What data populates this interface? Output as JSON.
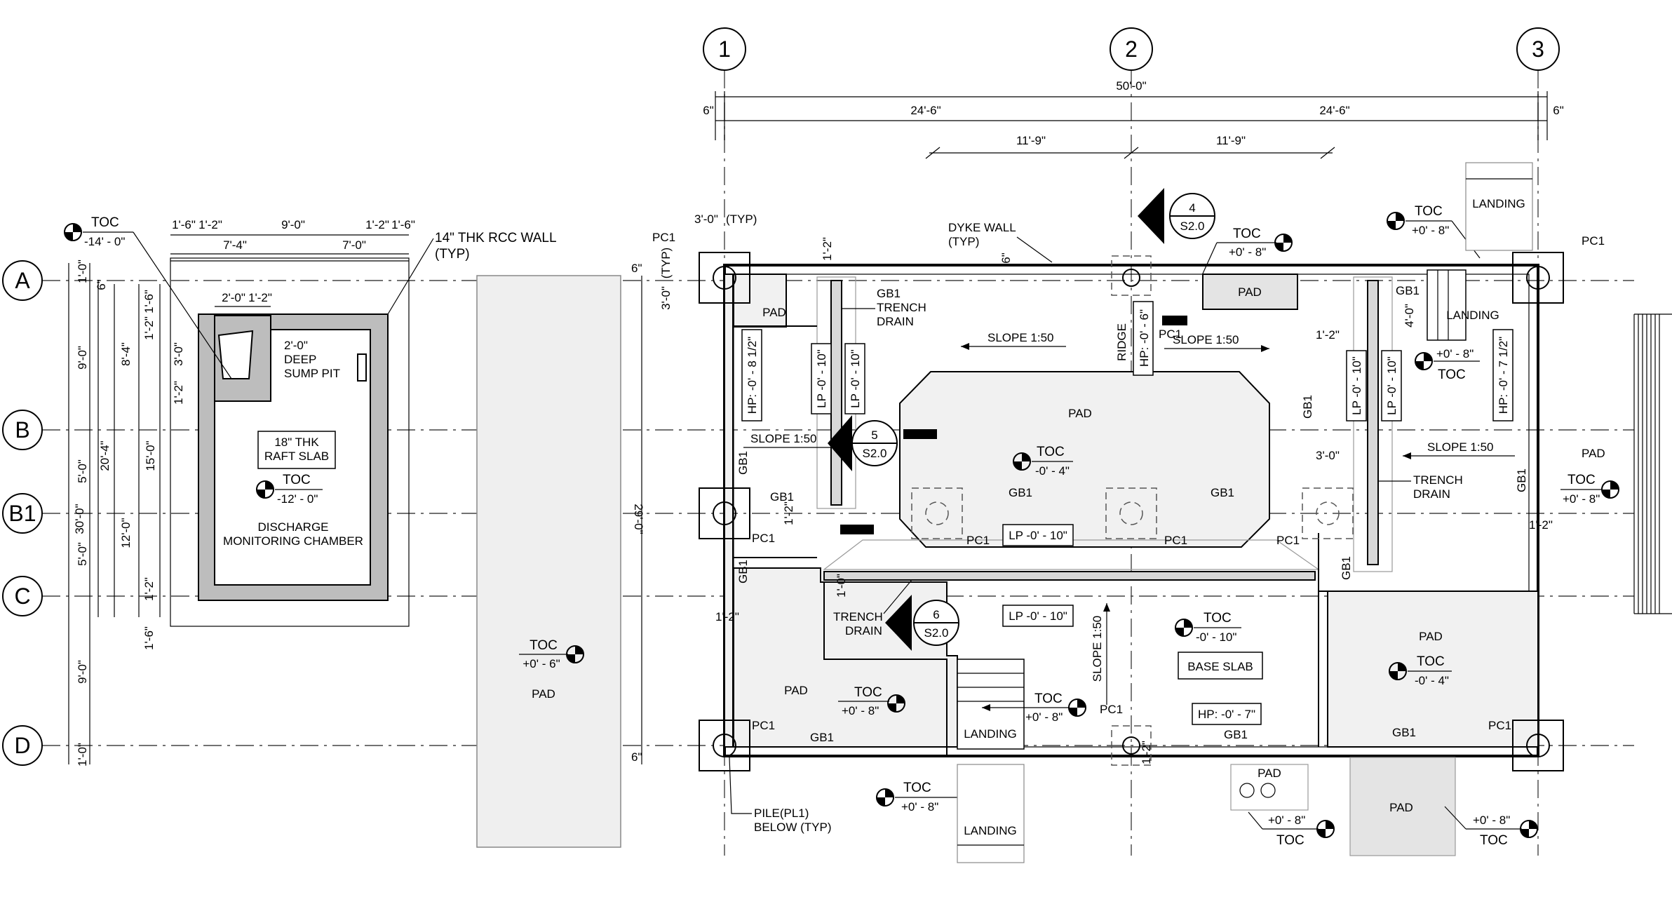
{
  "grid": {
    "columns": [
      "1",
      "2",
      "3"
    ],
    "rows": [
      "A",
      "B",
      "B1",
      "C",
      "D"
    ]
  },
  "dimensions": {
    "overall_top": "50'-0\"",
    "bay_left": "24'-6\"",
    "bay_right": "24'-6\"",
    "half_left": "11'-9\"",
    "half_right": "11'-9\"",
    "edge_six_left": "6\"",
    "edge_six_right": "6\"",
    "pc1_width": "3'-0\"",
    "typ": "(TYP)",
    "pc1_height": "3'-0\"",
    "pc1_height_typ": "(TYP)",
    "six_a": "6\"",
    "six_d": "6\"",
    "pad_length": "29'-0\"",
    "overall_left": "30'-0\"",
    "row_a_b": "9'-0\"",
    "row_b_b1": "5'-0\"",
    "row_b1_c": "5'-0\"",
    "row_c_d": "9'-0\"",
    "row_top_1": "1'-0\"",
    "row_bot_1": "1'-0\"",
    "chamber_20_4": "20'-4\"",
    "chamber_8_4": "8'-4\"",
    "chamber_12_0": "12'-0\"",
    "chamber_six": "6\"",
    "chamber_15_0": "15'-0\"",
    "chamber_1_2": "1'-2\"",
    "chamber_1_6": "1'-6\"",
    "chamber_1_6_b": "1'-6\"",
    "chamber_3_0": "3'-0\"",
    "chamber_1_2_b": "1'-2\"",
    "chamber_1_2_c": "1'-2\"",
    "chamber_top_1_6": "1'-6\"",
    "chamber_top_1_2": "1'-2\"",
    "chamber_top_9_0": "9'-0\"",
    "chamber_top_1_2_b": "1'-2\"",
    "chamber_top_1_6_b": "1'-6\"",
    "chamber_7_4": "7'-4\"",
    "chamber_7_0": "7'-0\"",
    "chamber_2_0": "2'-0\"",
    "chamber_1_2_d": "1'-2\"",
    "drain_1_2_top": "1'-2\"",
    "drain_1_2_left": "1'-2\"",
    "drain_1_2_right": "1'-2\"",
    "drain_3_0": "3'-0\"",
    "right_4_0": "4'-0\"",
    "right_1_2": "1'-2\"",
    "left_1_2": "1'-2\"",
    "trench_1_0": "1'-0\"",
    "dyke_six": "6\"",
    "d_1_2": "1'-2\""
  },
  "labels": {
    "rcc_wall": "14\" THK RCC WALL",
    "rcc_wall_typ": "(TYP)",
    "sump_1": "2'-0\"",
    "sump_2": "DEEP",
    "sump_3": "SUMP PIT",
    "raft_1": "18\" THK",
    "raft_2": "RAFT SLAB",
    "chamber_1": "DISCHARGE",
    "chamber_2": "MONITORING CHAMBER",
    "dyke_1": "DYKE WALL",
    "dyke_2": "(TYP)",
    "trench_a_1": "TRENCH",
    "trench_a_2": "DRAIN",
    "trench_b_1": "TRENCH",
    "trench_b_2": "DRAIN",
    "trench_c_1": "TRENCH",
    "trench_c_2": "DRAIN",
    "ridge": "RIDGE",
    "hp_ridge": "HP: -0' - 6\"",
    "slope_left": "SLOPE 1:50",
    "slope_right": "SLOPE 1:50",
    "slope_b": "SLOPE 1:50",
    "slope_right_b": "SLOPE 1:50",
    "slope_vert": "SLOPE 1:50",
    "hp_left": "HP: -0' - 8 1/2\"",
    "hp_right": "HP: -0' - 7 1/2\"",
    "hp_d": "HP: -0' - 7\"",
    "lp_1": "LP -0' - 10\"",
    "lp_2": "LP -0' - 10\"",
    "lp_3": "LP -0' - 10\"",
    "lp_4": "LP -0' - 10\"",
    "lp_5": "LP -0' - 10\"",
    "lp_6": "LP -0' - 10\"",
    "base_slab": "BASE SLAB",
    "pile_1": "PILE(PL1)",
    "pile_2": "BELOW (TYP)",
    "pad": "PAD",
    "landing": "LANDING",
    "pc1": "PC1",
    "gb1": "GB1",
    "toc": "TOC"
  },
  "toc_values": {
    "chamber_top": "-14' - 0\"",
    "chamber": "-12' - 0\"",
    "pad_left": "+0' - 6\"",
    "center": "-0' - 4\"",
    "top_mid": "+0' - 8\"",
    "top_right": "+0' - 8\"",
    "right_landing": "+0' - 8\"",
    "right_edge": "+0' - 8\"",
    "bottom_left": "+0' - 8\"",
    "landing_mid": "+0' - 8\"",
    "base_slab": "-0' - 10\"",
    "bottom_right_pad": "-0' - 4\"",
    "below_left": "+0' - 8\"",
    "below_mid": "+0' - 8\"",
    "below_right": "+0' - 8\""
  },
  "sections": {
    "s4": {
      "number": "4",
      "sheet": "S2.0"
    },
    "s5": {
      "number": "5",
      "sheet": "S2.0"
    },
    "s6": {
      "number": "6",
      "sheet": "S2.0"
    }
  }
}
